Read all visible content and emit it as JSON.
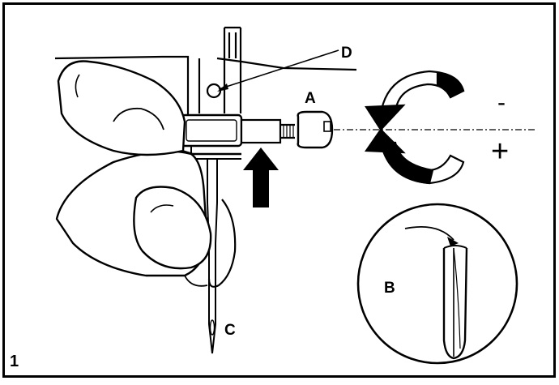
{
  "figure": {
    "number": "1",
    "labels": {
      "a": "A",
      "b": "B",
      "c": "C",
      "d": "D"
    },
    "signs": {
      "minus": "-",
      "plus": "+"
    }
  },
  "colors": {
    "ink": "#000000",
    "paper": "#ffffff",
    "highlight": "#e6e6e6"
  },
  "icons": {
    "rotation": "rotation-arrows-icon",
    "push_up": "up-arrow-icon"
  }
}
